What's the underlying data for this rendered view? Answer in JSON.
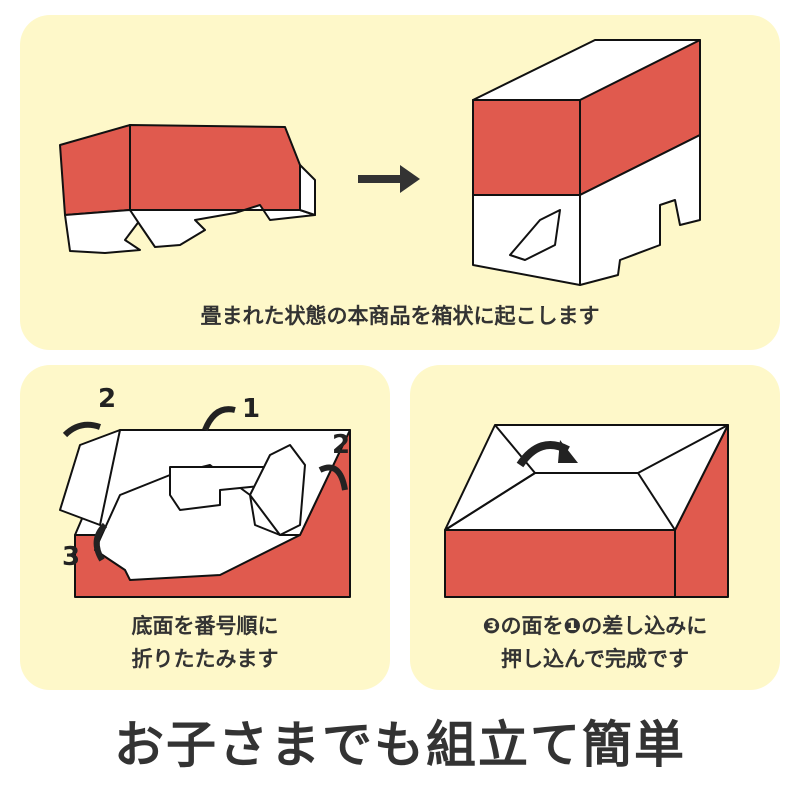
{
  "step1": {
    "caption": "畳まれた状態の本商品を箱状に起こします"
  },
  "step2": {
    "caption_line1": "底面を番号順に",
    "caption_line2": "折りたたみます",
    "labels": [
      "1",
      "2",
      "2",
      "3"
    ]
  },
  "step3": {
    "caption_line1": "❸の面を❶の差し込みに",
    "caption_line2": "押し込んで完成です"
  },
  "title": "お子さまでも組立て簡単",
  "colors": {
    "panel": "#fef8c9",
    "box_red": "#e05a4e",
    "outline": "#111111",
    "text": "#333333"
  }
}
